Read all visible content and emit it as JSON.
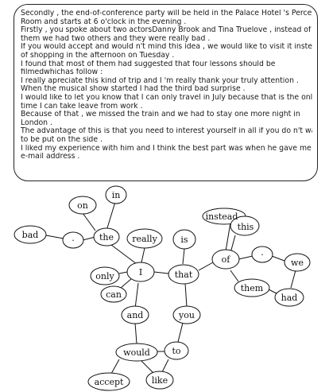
{
  "paragraph_lines": [
    "Secondly , the end-of-conference party will be held in the Palace Hotel 's Percel",
    "Room and starts at 6 o'clock in the evening .",
    "Firstly , you spoke about two actorsDanny Brook and Tina Truelove , instead of",
    "them we had two others and they were really bad .",
    "If you would accept and would n't mind this idea , we would like to visit it instead",
    "of shopping in the afternoon on Tuesday .",
    "I found that most of them had suggested that four lessons should be",
    "filmedwhichas follow :",
    "I really apreciate this kind of trip and I 'm really thank your truly attention .",
    "When the musical show started I had the third bad surprise .",
    "I would like to let you know that I can only travel in July because that is the only",
    "time I can take leave from work .",
    "Because of that , we missed the train and we had to stay one more night in",
    "London .",
    "The advantage of this is that you need to interest yourself in all if you do n't want",
    "to be put on the side .",
    "I liked my experience with him and I think the best part was when he gave me his",
    "e-mail address ."
  ],
  "graph_words": {
    "in": "in",
    "on": "on",
    "bad": "bad",
    "dot1": ".",
    "the": "the",
    "really": "really",
    "is": "is",
    "instead": "instead",
    "this": "this",
    "of": "of",
    "dot2": ".",
    "we": "we",
    "only": "only",
    "I": "I",
    "that": "that",
    "can": "can",
    "them": "them",
    "had": "had",
    "and": "and",
    "you": "you",
    "would": "would",
    "to": "to",
    "accept": "accept",
    "like": "like"
  }
}
